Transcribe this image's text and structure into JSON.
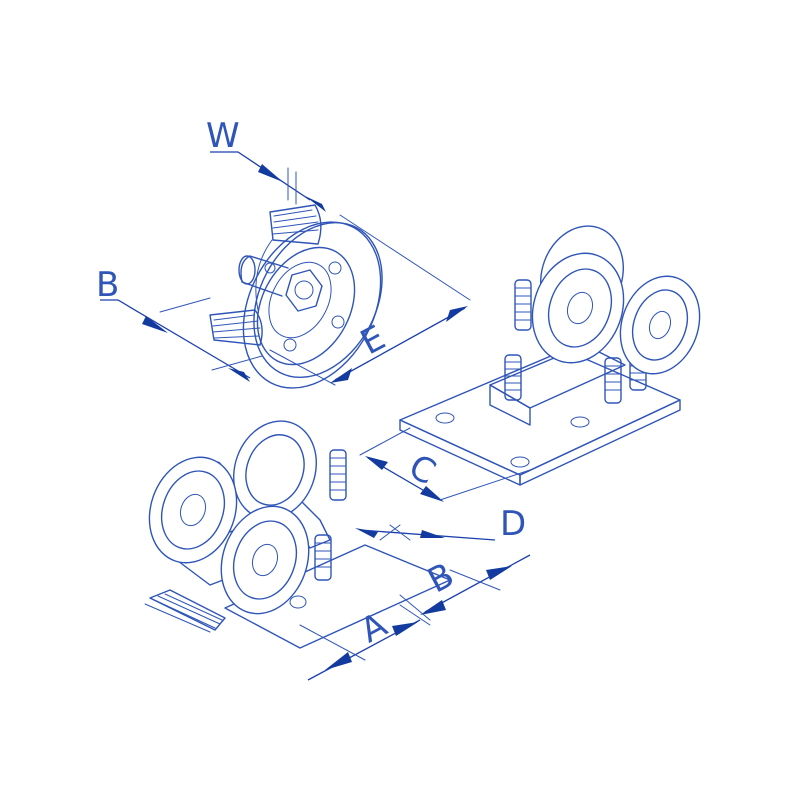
{
  "diagram": {
    "labels": {
      "w": "W",
      "b_top": "B",
      "e": "E",
      "c": "C",
      "d": "D",
      "b_bottom": "B",
      "a": "A"
    },
    "colors": {
      "line": "#2f55b8",
      "arrow": "#123a9f",
      "background": "#ffffff"
    }
  }
}
